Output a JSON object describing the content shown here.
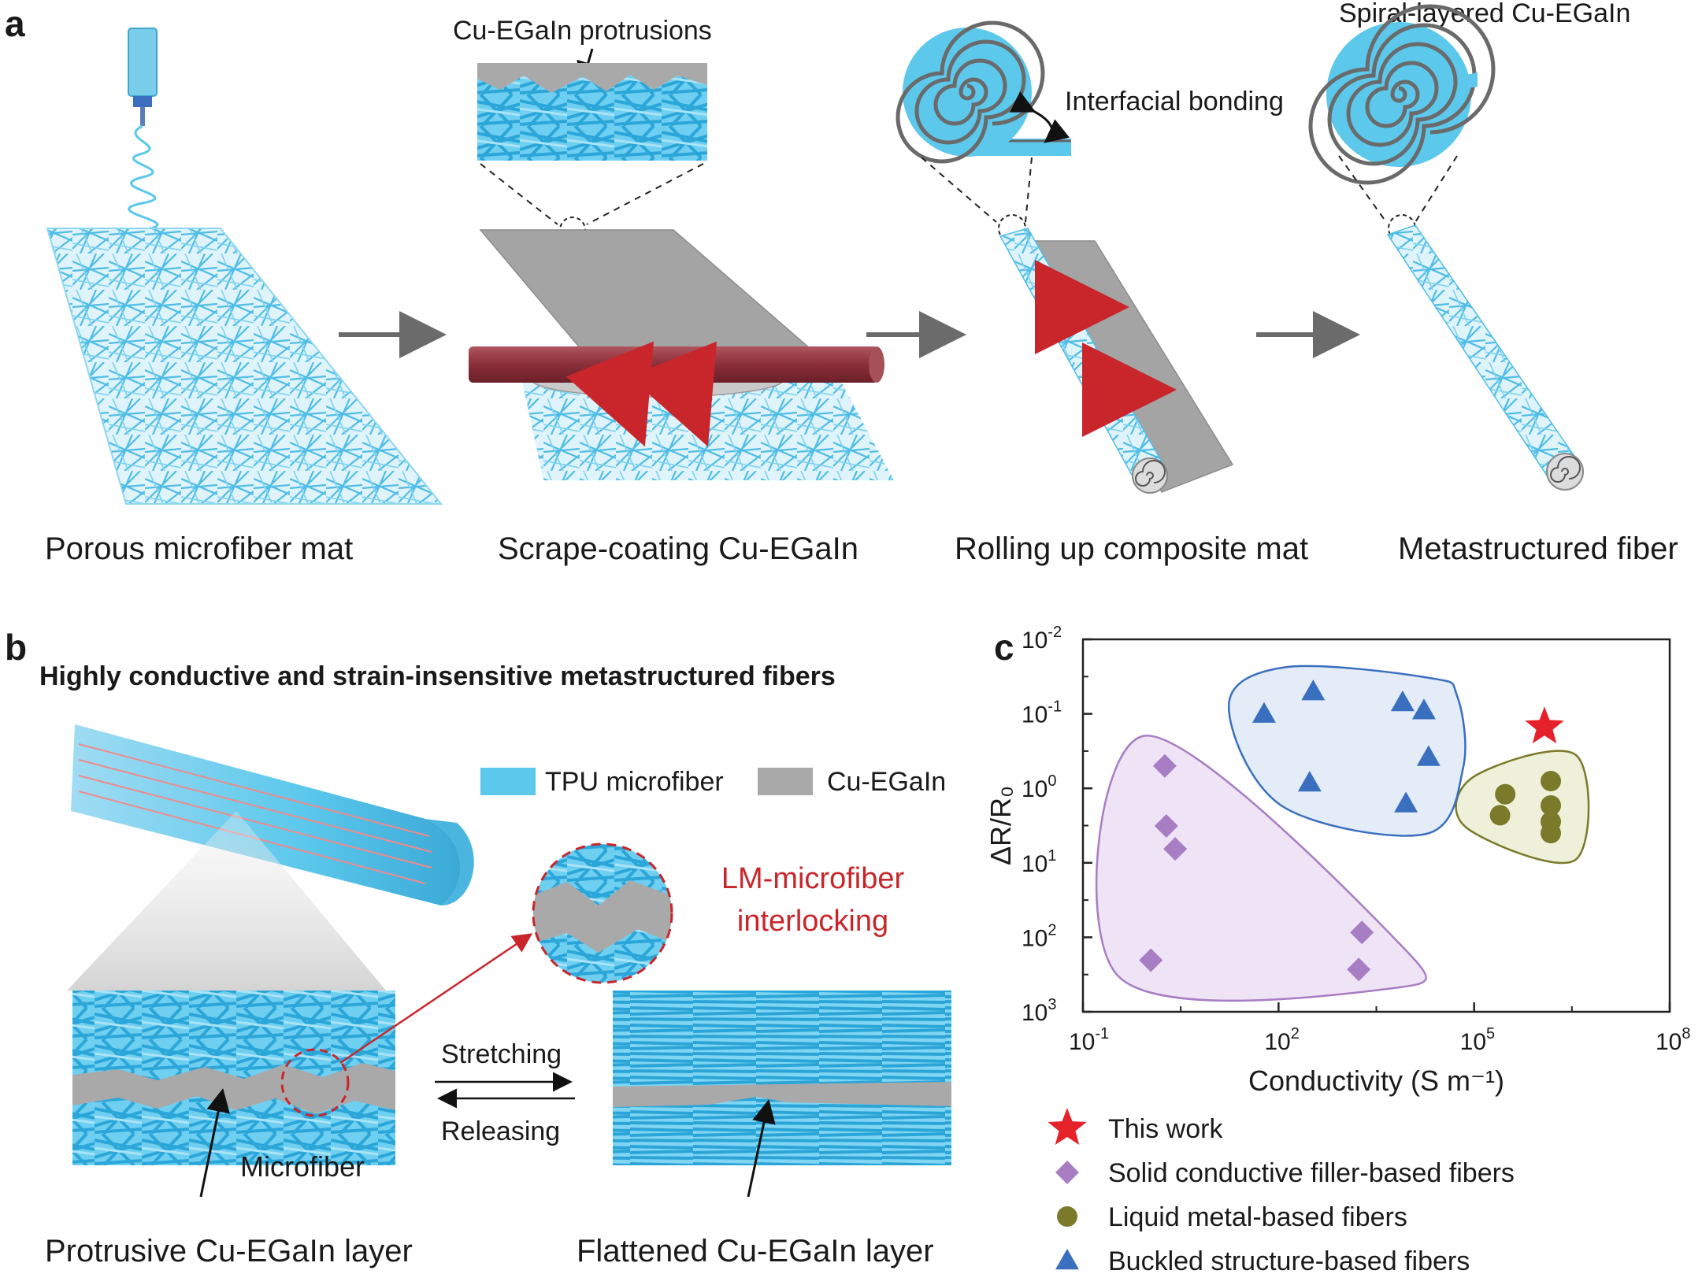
{
  "panels": {
    "a": {
      "letter": "a",
      "steps": [
        {
          "caption": "Porous microfiber mat"
        },
        {
          "caption": "Scrape-coating Cu-EGaIn",
          "callout": "Cu-EGaIn protrusions"
        },
        {
          "caption": "Rolling up composite mat",
          "callout": "Interfacial bonding"
        },
        {
          "caption": "Metastructured fiber",
          "callout": "Spiral-layered Cu-EGaIn"
        }
      ]
    },
    "b": {
      "letter": "b",
      "title": "Highly conductive and strain-insensitive metastructured fibers",
      "legend": [
        {
          "label": "TPU microfiber",
          "color": "#5bc8ec"
        },
        {
          "label": "Cu-EGaIn",
          "color": "#a9a9a9"
        }
      ],
      "interlock_label_1": "LM-microfiber",
      "interlock_label_2": "interlocking",
      "interlock_color": "#c8262b",
      "stretching": "Stretching",
      "releasing": "Releasing",
      "microfiber_label": "Microfiber",
      "left_caption": "Protrusive Cu-EGaIn layer",
      "right_caption": "Flattened Cu-EGaIn layer"
    },
    "c": {
      "letter": "c"
    }
  },
  "chart_data": {
    "type": "scatter",
    "xlabel": "Conductivity (S m⁻¹)",
    "ylabel": "ΔR/R₀",
    "x_scale": "log",
    "y_scale": "log-reversed",
    "xlim": [
      0.1,
      100000000
    ],
    "ylim_exponents": [
      -2,
      3
    ],
    "x_ticks": [
      {
        "base": "10",
        "exp": "-1"
      },
      {
        "base": "10",
        "exp": "2"
      },
      {
        "base": "10",
        "exp": "5"
      },
      {
        "base": "10",
        "exp": "8"
      }
    ],
    "y_ticks": [
      {
        "base": "10",
        "exp": "-2"
      },
      {
        "base": "10",
        "exp": "-1"
      },
      {
        "base": "10",
        "exp": "0"
      },
      {
        "base": "10",
        "exp": "1"
      },
      {
        "base": "10",
        "exp": "2"
      },
      {
        "base": "10",
        "exp": "3"
      }
    ],
    "grid": false,
    "legend_position": "bottom",
    "series": [
      {
        "name": "This work",
        "marker": "star",
        "color": "#e52229",
        "points": [
          [
            1200000,
            0.15
          ]
        ]
      },
      {
        "name": "Solid conductive filler-based fibers",
        "marker": "diamond",
        "color": "#a77dc4",
        "fill": "#efe3f6",
        "stroke": "#a77dc4",
        "points": [
          [
            1.8,
            0.5
          ],
          [
            1.9,
            3.2
          ],
          [
            2.6,
            6.5
          ],
          [
            1.1,
            203
          ],
          [
            1900,
            86
          ],
          [
            1700,
            270
          ]
        ]
      },
      {
        "name": "Liquid metal-based fibers",
        "marker": "circle",
        "color": "#7a7a2a",
        "fill": "#eef0d9",
        "stroke": "#7a7a2a",
        "points": [
          [
            300000,
            1.2
          ],
          [
            250000,
            2.3
          ],
          [
            1500000,
            0.8
          ],
          [
            1500000,
            1.7
          ],
          [
            1500000,
            2.8
          ],
          [
            1500000,
            4.0
          ]
        ]
      },
      {
        "name": "Buckled structure-based fibers",
        "marker": "triangle",
        "color": "#3a6fc0",
        "fill": "#e3ecf7",
        "stroke": "#3a6fc0",
        "points": [
          [
            60,
            0.1
          ],
          [
            340,
            0.05
          ],
          [
            8000,
            0.07
          ],
          [
            17000,
            0.09
          ],
          [
            20000,
            0.38
          ],
          [
            300,
            0.84
          ],
          [
            9000,
            1.6
          ]
        ]
      }
    ]
  }
}
